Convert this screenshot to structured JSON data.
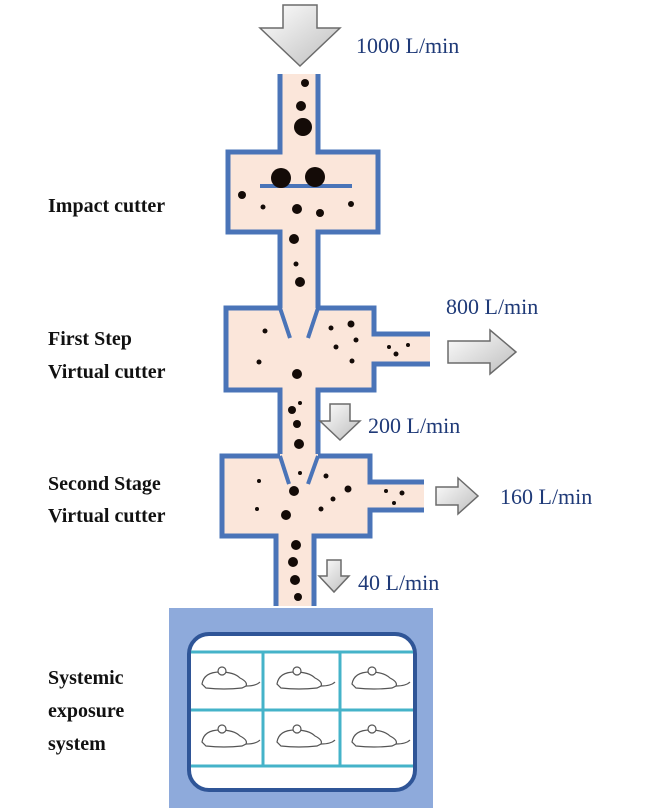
{
  "flows": {
    "inlet": "1000 L/min",
    "first_exhaust": "800 L/min",
    "first_pass": "200 L/min",
    "second_exhaust": "160 L/min",
    "second_pass": "40 L/min"
  },
  "stages": {
    "impact": "Impact cutter",
    "first_line1": "First Step",
    "first_line2": "Virtual cutter",
    "second_line1": "Second Stage",
    "second_line2": "Virtual cutter",
    "exposure_line1": "Systemic",
    "exposure_line2": "exposure",
    "exposure_line3": "system"
  },
  "colors": {
    "wall": "#4a74b8",
    "chamber_fill": "#fbe6da",
    "particle": "#140b07",
    "arrow_fill": "#d9d9d9",
    "exposure_box": "#8eaadb",
    "flow_text": "#1f3a78"
  }
}
